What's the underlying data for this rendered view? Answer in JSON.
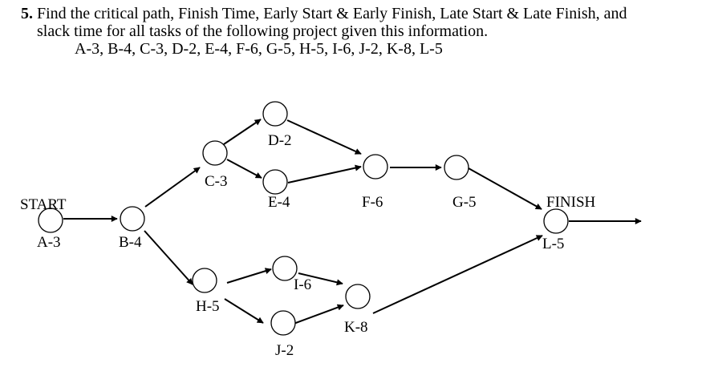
{
  "problem": {
    "number": "5.",
    "line1": "Find the critical path, Finish Time, Early Start & Early Finish, Late Start & Late Finish, and",
    "line2": "slack time for all tasks of the following project given this information.",
    "line3": "A-3, B-4, C-3, D-2, E-4, F-6, G-5, H-5, I-6, J-2, K-8, L-5"
  },
  "diagram": {
    "start_label": "START",
    "finish_label": "FINISH",
    "nodes": {
      "A": "A-3",
      "B": "B-4",
      "C": "C-3",
      "D": "D-2",
      "E": "E-4",
      "F": "F-6",
      "G": "G-5",
      "H": "H-5",
      "I": "I-6",
      "J": "J-2",
      "K": "K-8",
      "L": "L-5"
    },
    "edges": [
      [
        "A",
        "B"
      ],
      [
        "B",
        "C"
      ],
      [
        "B",
        "H"
      ],
      [
        "C",
        "D"
      ],
      [
        "C",
        "E"
      ],
      [
        "D",
        "F"
      ],
      [
        "E",
        "F"
      ],
      [
        "F",
        "G"
      ],
      [
        "G",
        "L"
      ],
      [
        "H",
        "I"
      ],
      [
        "H",
        "J"
      ],
      [
        "I",
        "K"
      ],
      [
        "J",
        "K"
      ],
      [
        "K",
        "L"
      ],
      [
        "L",
        "END"
      ]
    ]
  }
}
